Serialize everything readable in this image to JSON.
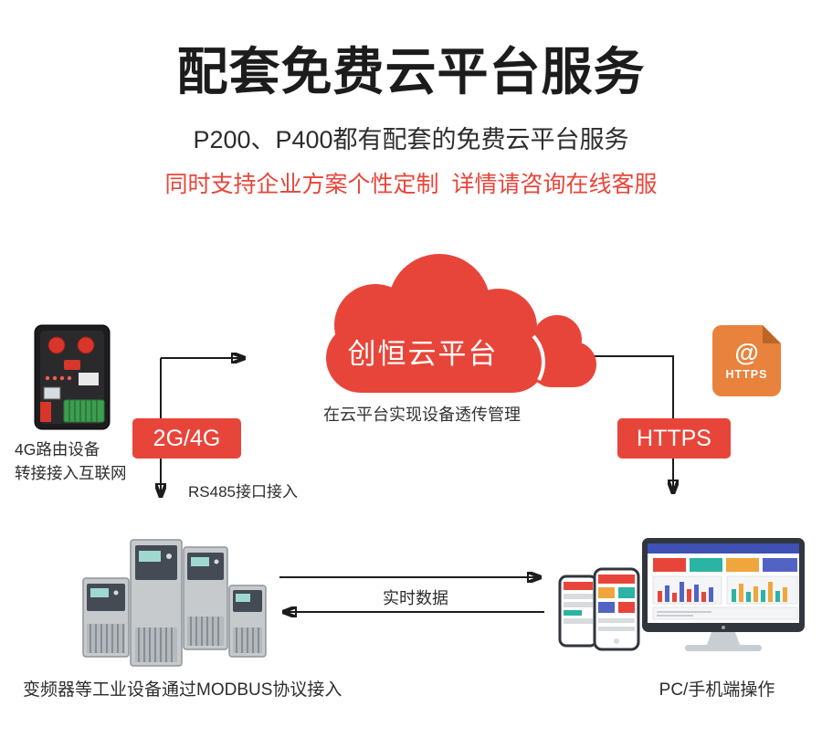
{
  "colors": {
    "accent_red": "#e8453a",
    "icon_orange": "#e8823c"
  },
  "header": {
    "title": "配套免费云平台服务",
    "subtitle": "P200、P400都有配套的免费云平台服务",
    "notice": "同时支持企业方案个性定制  详情请咨询在线客服"
  },
  "cloud": {
    "label": "创恒云平台",
    "caption": "在云平台实现设备透传管理"
  },
  "router": {
    "caption_line1": "4G路由设备",
    "caption_line2": "转接接入互联网"
  },
  "badges": {
    "network": "2G/4G",
    "https": "HTTPS"
  },
  "https_icon": {
    "at_symbol": "@",
    "label": "HTTPS"
  },
  "flow_labels": {
    "rs485": "RS485接口接入",
    "realtime_data": "实时数据"
  },
  "devices": {
    "caption": "变频器等工业设备通过MODBUS协议接入"
  },
  "client": {
    "caption": "PC/手机端操作"
  }
}
